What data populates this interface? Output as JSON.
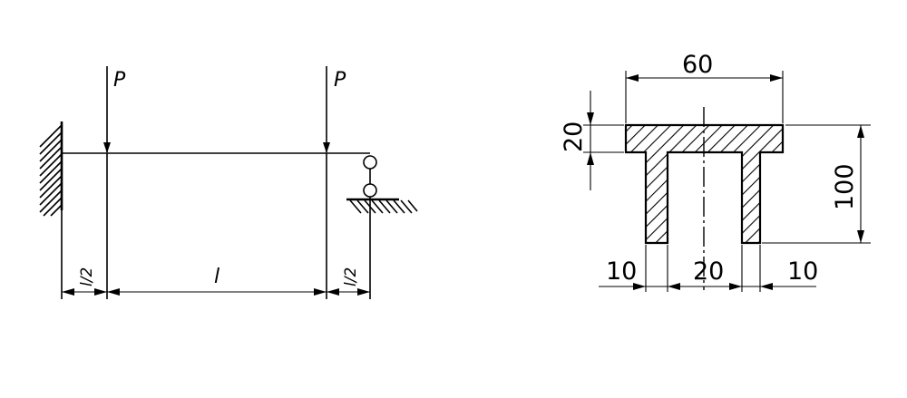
{
  "beam": {
    "load_left": "P",
    "load_right": "P",
    "dim_left": "l/2",
    "dim_middle": "l",
    "dim_right": "l/2"
  },
  "section": {
    "width": "60",
    "flange_thickness": "20",
    "height": "100",
    "web_left": "10",
    "gap": "20",
    "web_right": "10"
  }
}
